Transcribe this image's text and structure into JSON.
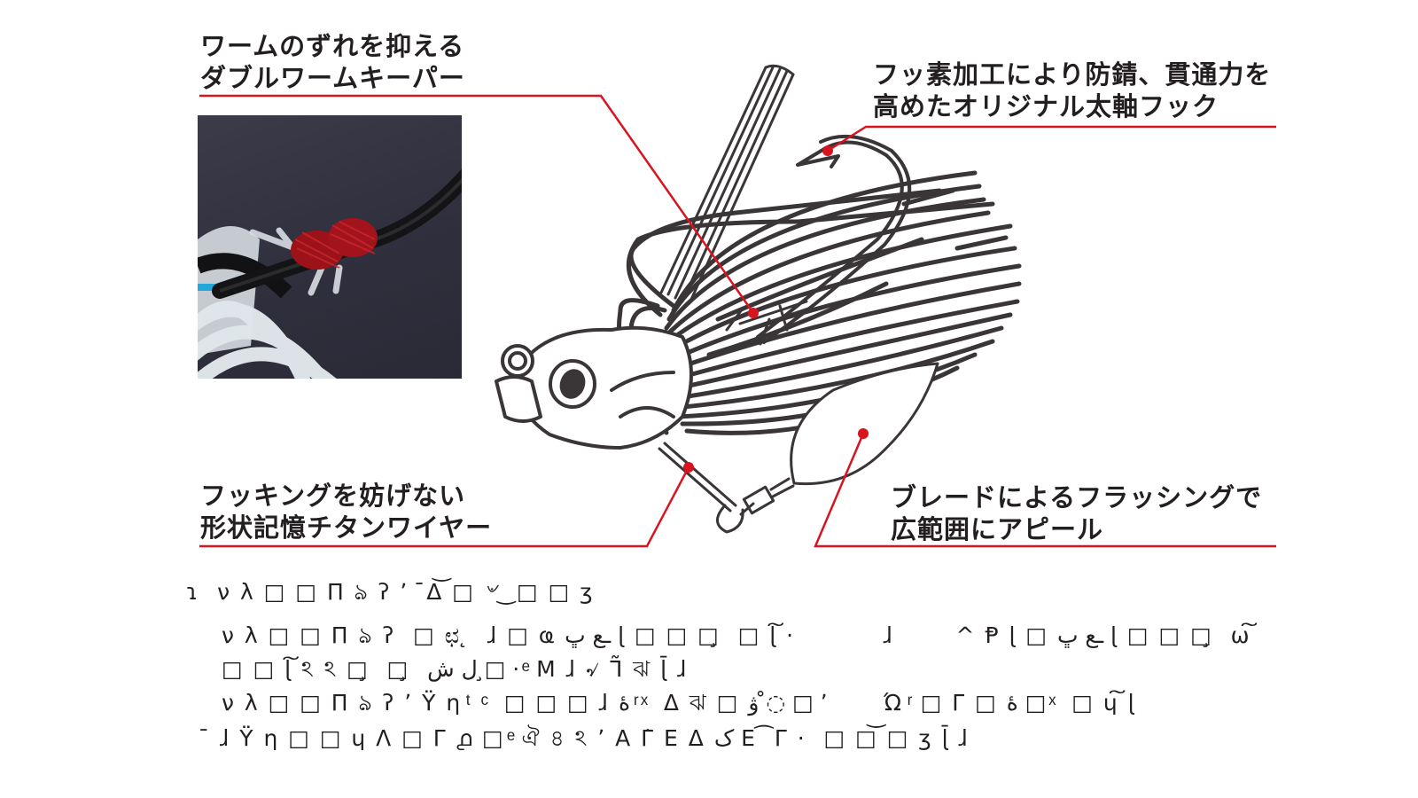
{
  "callouts": [
    {
      "id": "double-worm-keeper",
      "lines": [
        "ワームのずれを抑える",
        "ダブルワームキーパー"
      ]
    },
    {
      "id": "original-thick-hook",
      "lines": [
        "フッ素加工により防錆、貫通力を",
        "高めたオリジナル太軸フック"
      ]
    },
    {
      "id": "titanium-wire",
      "lines": [
        "フッキングを妨げない",
        "形状記憶チタンワイヤー"
      ]
    },
    {
      "id": "blade",
      "lines": [
        "ブレードによるフラッシングで",
        "広範囲にアピール"
      ]
    }
  ],
  "photo": {
    "subject": "closeup of double worm keeper with red thread wrapping on black hook shank"
  },
  "diagram": {
    "subject": "line drawing of a bladed jig (skirted jig head with hook, weed guard, titanium wire and willow blade)",
    "accent_color": "#d7141f",
    "ink_color": "#3a3536"
  },
  "garbled_text": {
    "lines": [
      "ɿ  ν λ □ □ Π ঌ ʔ ʼ  ̄Δ͝ □ ৺ ͜ □ □ ʒ",
      "ν λ □ □ Π ঌ ʔ  □ ಛ ̨  ɺ □ ҩ ـع ڀ ɭ □ □ □̧  □ ɭ͠ ·          ɺ       ^ Ᵽ ɭ □ ـع ڀ ɭ □ □ □̧  ω͠",
      "□ □ ɭ͠ ঽ ঽ □̧  □̧  ﻝ ش □̧ · ͤ M ɺ ৵ Ꞁ̃ ঝ ɭ̄ ɺ",
      "ν λ □ □ Π ঌ ʔ ʼ Ϋ η ͭ  ͨ  □ □ □ ɺ ۀ ͬ ͯ  Δ ঝ □ ۋ ◌̊ □ ʼ        Ώ ͬ □ Γ □ ۀ □ ͯ  □ ɥ͠ ɭ",
      "̄ ɺ Ϋ η □ □ ɥ Λ □ Γ ൧ □ ͤ ঐ ৪ ঽ ʼ Α Γ̇ Ε Δ ک Ε ͡ Γ ·  □ □͝ □ ʒ ɭ̄ ɺ"
    ]
  }
}
